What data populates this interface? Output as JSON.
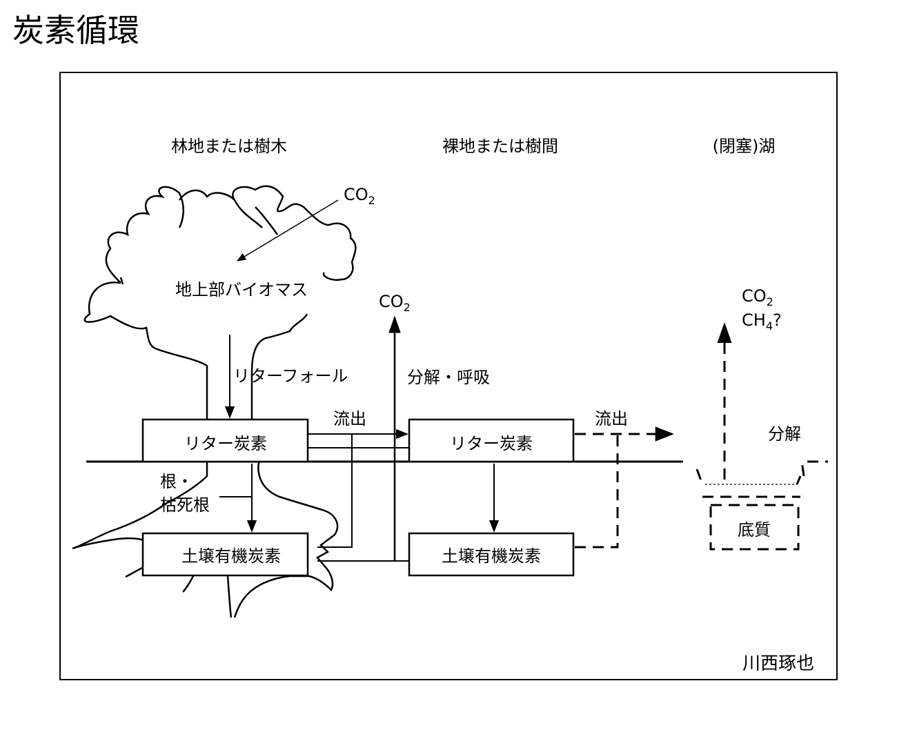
{
  "title": "炭素循環",
  "regions": {
    "forest": "林地または樹木",
    "bare": "裸地または樹間",
    "lake": "(閉塞)湖"
  },
  "labels": {
    "co2": "CO",
    "co2_sub": "2",
    "ch4_c": "CH",
    "ch4_sub": "4",
    "ch4_q": "?",
    "aboveground": "地上部バイオマス",
    "litterfall": "リターフォール",
    "decomposition_respiration": "分解・呼吸",
    "outflow": "流出",
    "decomposition": "分解",
    "roots": "根・",
    "dead_roots": "枯死根",
    "sediment": "底質"
  },
  "boxes": {
    "litter_forest": "リター炭素",
    "litter_bare": "リター炭素",
    "soil_forest": "土壌有機炭素",
    "soil_bare": "土壌有機炭素"
  },
  "author": "川西琢也"
}
